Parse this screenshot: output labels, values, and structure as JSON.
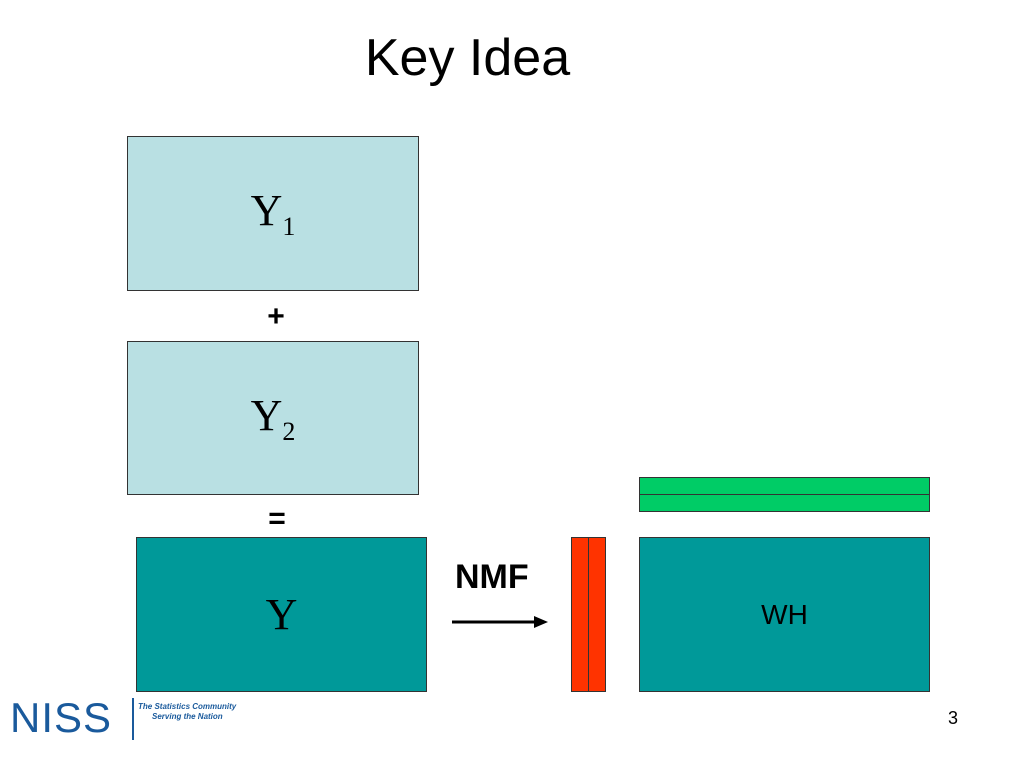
{
  "title": "Key Idea",
  "boxes": {
    "y1": {
      "main": "Y",
      "sub": "1"
    },
    "y2": {
      "main": "Y",
      "sub": "2"
    },
    "y": {
      "main": "Y"
    },
    "wh": {
      "label": "WH"
    }
  },
  "operators": {
    "plus": "+",
    "equals": "="
  },
  "arrow_label": "NMF",
  "logo": {
    "name": "NISS",
    "tagline_1": "The Statistics Community",
    "tagline_2": "Serving the Nation"
  },
  "page_number": "3",
  "colors": {
    "light_box": "#b9e0e3",
    "teal_box": "#009999",
    "w_bar": "#ff3300",
    "h_bar": "#00cc66",
    "logo": "#1a5a9c"
  }
}
